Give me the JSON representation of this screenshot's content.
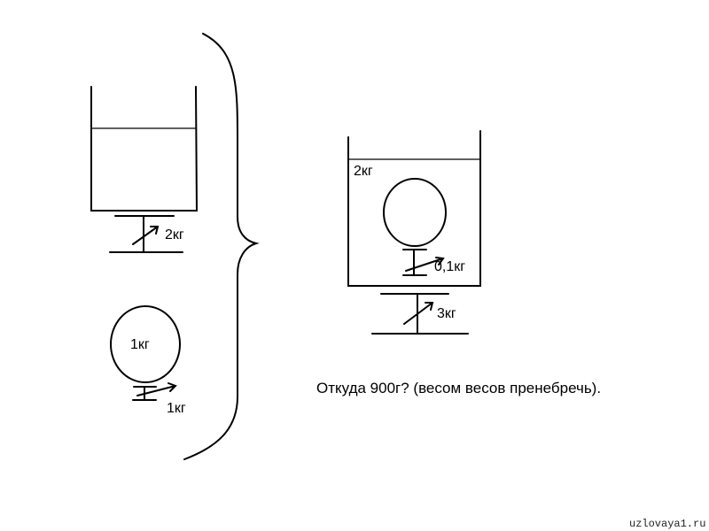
{
  "left_top": {
    "scale_label": "2кг"
  },
  "left_bottom": {
    "ball_label": "1кг",
    "scale_label": "1кг"
  },
  "right": {
    "water_label": "2кг",
    "ball_scale_label": "0,1кг",
    "scale_label": "3кг"
  },
  "question": "Откуда 900г? (весом весов пренебречь).",
  "watermark": "uzlovaya1.ru"
}
